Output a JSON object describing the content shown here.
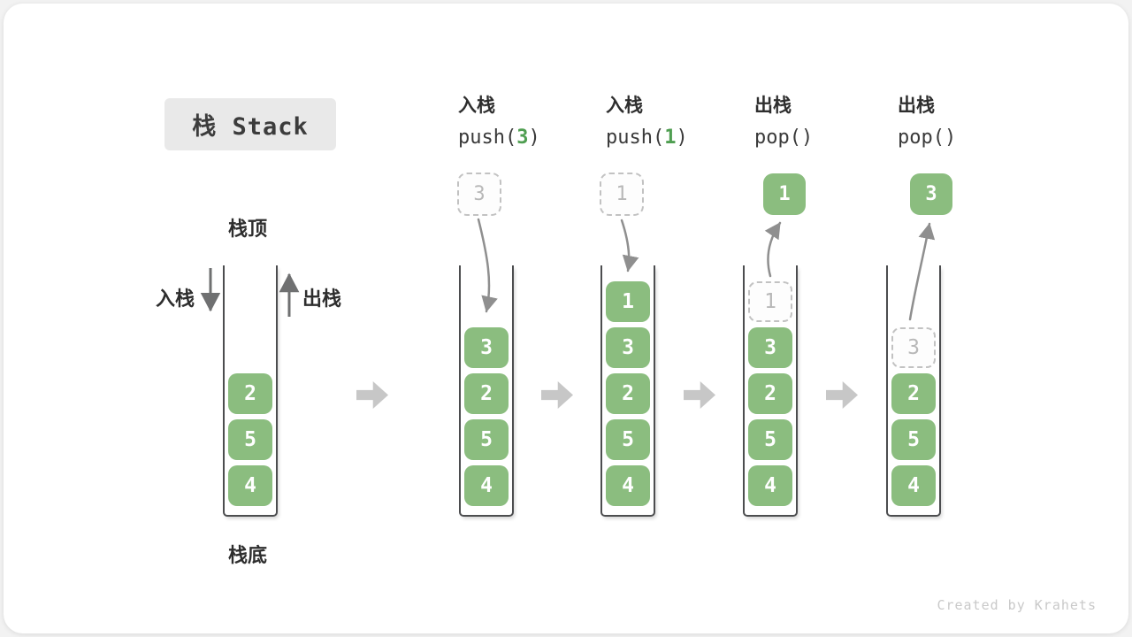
{
  "title": "栈 Stack",
  "watermark": "Created by Krahets",
  "labels": {
    "stack_top": "栈顶",
    "stack_bottom": "栈底",
    "push_arrow": "入栈",
    "pop_arrow": "出栈"
  },
  "colors": {
    "cell_green": "#8bbd7f",
    "code_arg_green": "#4f9e51",
    "flow_arrow_gray": "#8f8f8f",
    "block_arrow_gray": "#c7c7c7",
    "dashed_border_gray": "#c2c2c2",
    "title_box_bg": "#e9e9e9",
    "wall_gray": "#4c4d4f"
  },
  "stages": [
    {
      "slots": {
        "s2": "2",
        "s3": "5",
        "s4": "4"
      }
    },
    {
      "op": "入栈",
      "code": {
        "pre": "push(",
        "arg": "3",
        "post": ")"
      },
      "incoming": "3",
      "slots": {
        "s1": "3",
        "s2": "2",
        "s3": "5",
        "s4": "4"
      }
    },
    {
      "op": "入栈",
      "code": {
        "pre": "push(",
        "arg": "1",
        "post": ")"
      },
      "incoming": "1",
      "slots": {
        "s0": "1",
        "s1": "3",
        "s2": "2",
        "s3": "5",
        "s4": "4"
      }
    },
    {
      "op": "出栈",
      "code": {
        "pre": "pop()",
        "arg": "",
        "post": ""
      },
      "outgoing": "1",
      "ghost": "1",
      "slots": {
        "s1": "3",
        "s2": "2",
        "s3": "5",
        "s4": "4"
      }
    },
    {
      "op": "出栈",
      "code": {
        "pre": "pop()",
        "arg": "",
        "post": ""
      },
      "outgoing": "3",
      "ghost": "3",
      "slots": {
        "s2": "2",
        "s3": "5",
        "s4": "4"
      }
    }
  ]
}
